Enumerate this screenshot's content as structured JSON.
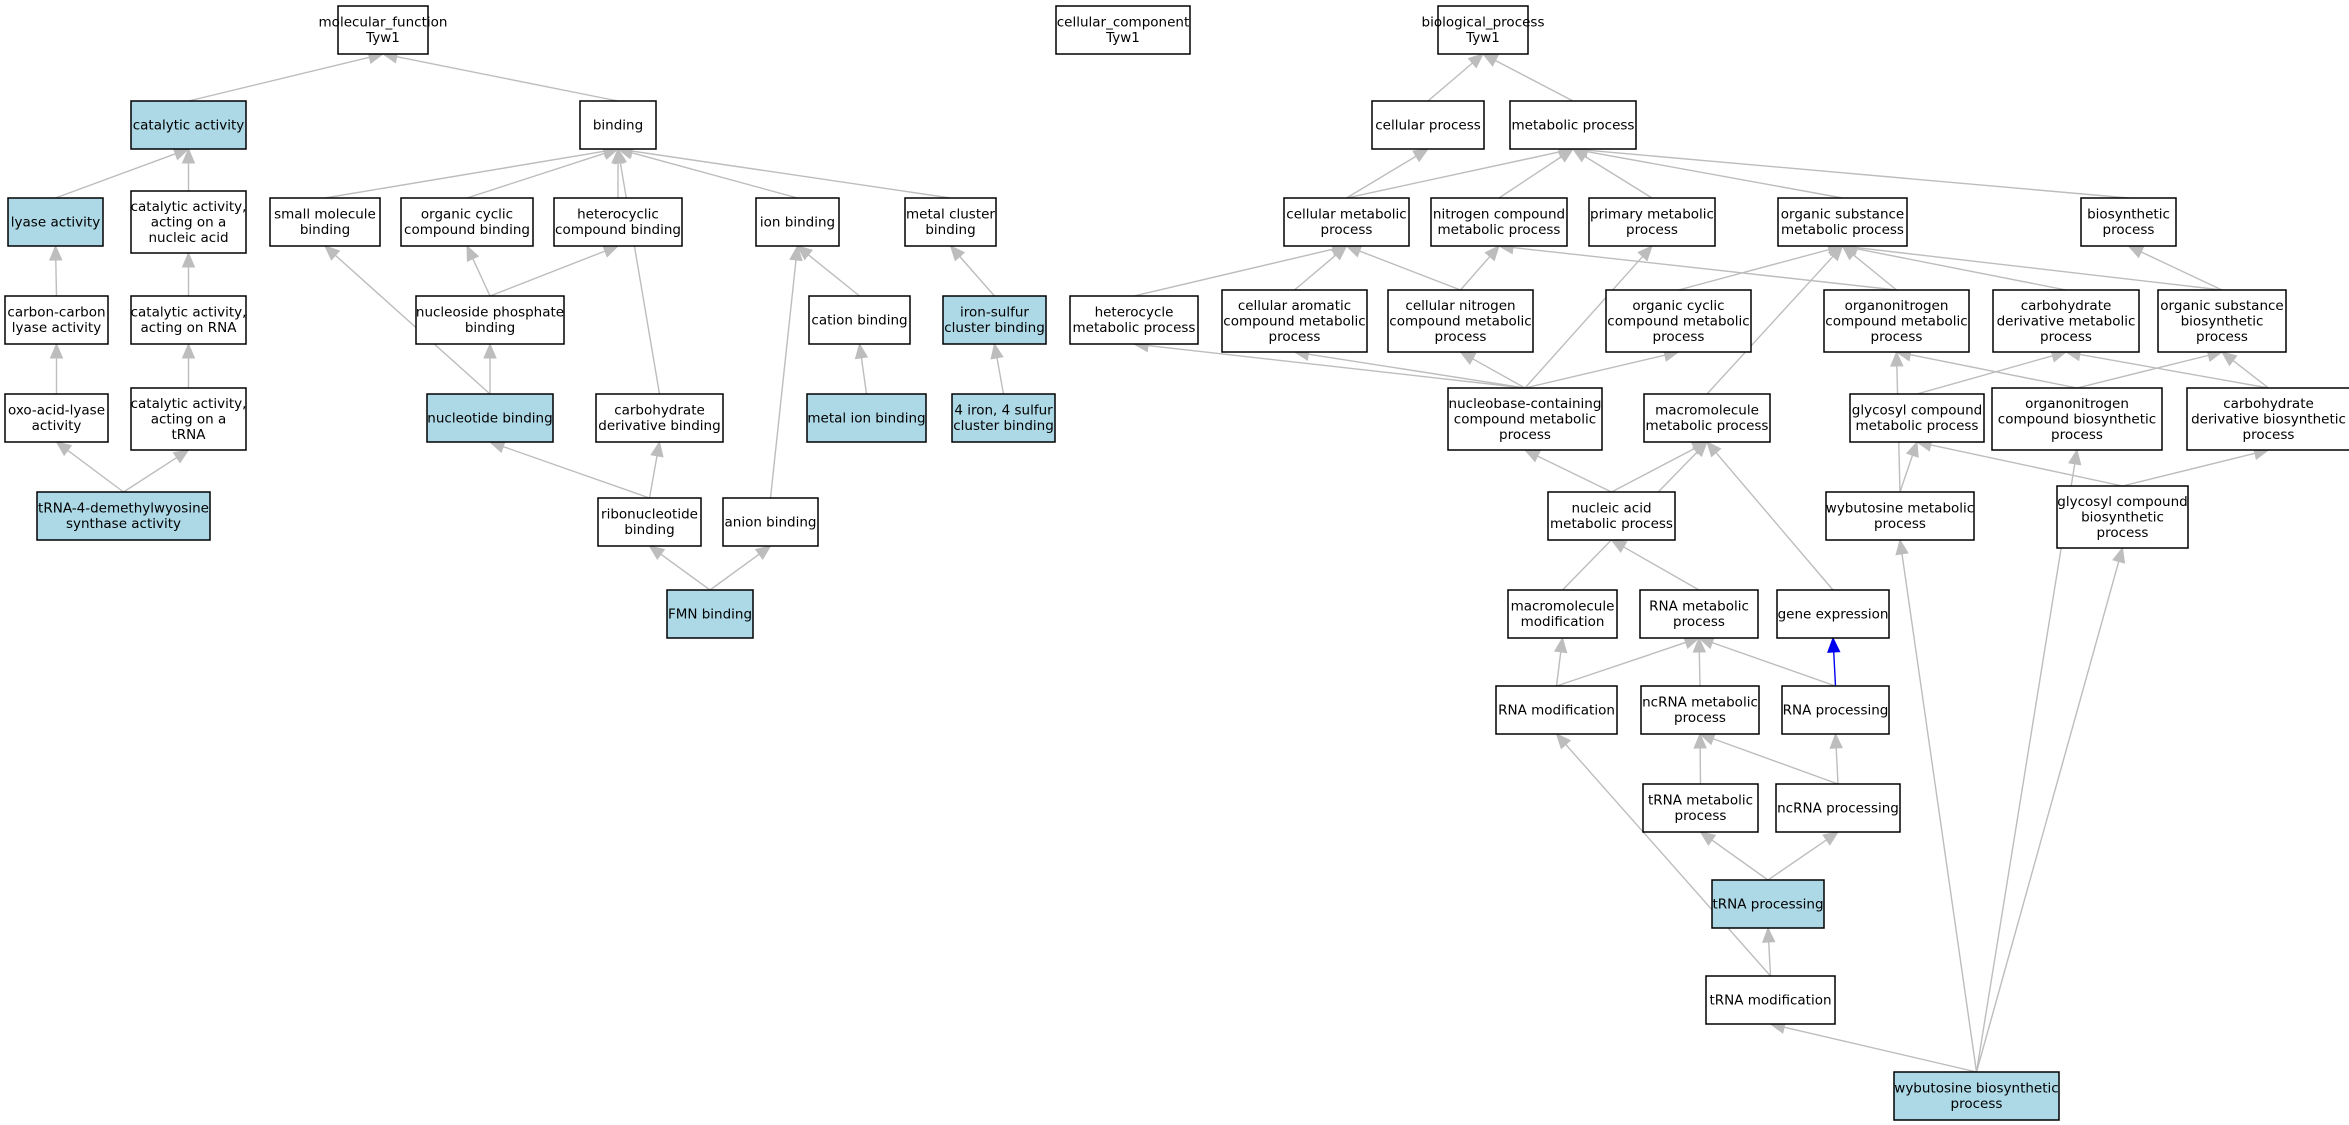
{
  "colors": {
    "node_fill": "#ffffff",
    "highlight_fill": "#add8e6",
    "edge": "#bdbdbd",
    "regulates_edge": "#0000ee"
  },
  "nodes": [
    {
      "id": "mf",
      "lines": [
        "molecular_function",
        "Tyw1"
      ],
      "highlight": false
    },
    {
      "id": "cc",
      "lines": [
        "cellular_component",
        "Tyw1"
      ],
      "highlight": false
    },
    {
      "id": "bp",
      "lines": [
        "biological_process",
        "Tyw1"
      ],
      "highlight": false
    },
    {
      "id": "catalytic",
      "lines": [
        "catalytic activity"
      ],
      "highlight": true
    },
    {
      "id": "binding",
      "lines": [
        "binding"
      ],
      "highlight": false
    },
    {
      "id": "lyase",
      "lines": [
        "lyase activity"
      ],
      "highlight": true
    },
    {
      "id": "cat_nucleic",
      "lines": [
        "catalytic activity,",
        "acting on a",
        "nucleic acid"
      ],
      "highlight": false
    },
    {
      "id": "cc_lyase",
      "lines": [
        "carbon-carbon",
        "lyase activity"
      ],
      "highlight": false
    },
    {
      "id": "cat_rna",
      "lines": [
        "catalytic activity,",
        "acting on RNA"
      ],
      "highlight": false
    },
    {
      "id": "oxo",
      "lines": [
        "oxo-acid-lyase",
        "activity"
      ],
      "highlight": false
    },
    {
      "id": "cat_trna",
      "lines": [
        "catalytic activity,",
        "acting on a",
        "tRNA"
      ],
      "highlight": false
    },
    {
      "id": "trna4",
      "lines": [
        "tRNA-4-demethylwyosine",
        "synthase activity"
      ],
      "highlight": true
    },
    {
      "id": "small_mol",
      "lines": [
        "small molecule",
        "binding"
      ],
      "highlight": false
    },
    {
      "id": "org_cyc_bind",
      "lines": [
        "organic cyclic",
        "compound binding"
      ],
      "highlight": false
    },
    {
      "id": "het_bind",
      "lines": [
        "heterocyclic",
        "compound binding"
      ],
      "highlight": false
    },
    {
      "id": "ion_bind",
      "lines": [
        "ion binding"
      ],
      "highlight": false
    },
    {
      "id": "metal_cluster",
      "lines": [
        "metal cluster",
        "binding"
      ],
      "highlight": false
    },
    {
      "id": "nsp_bind",
      "lines": [
        "nucleoside phosphate",
        "binding"
      ],
      "highlight": false
    },
    {
      "id": "cation",
      "lines": [
        "cation binding"
      ],
      "highlight": false
    },
    {
      "id": "fes_cluster",
      "lines": [
        "iron-sulfur",
        "cluster binding"
      ],
      "highlight": true
    },
    {
      "id": "nucleotide",
      "lines": [
        "nucleotide binding"
      ],
      "highlight": true
    },
    {
      "id": "carb_bind",
      "lines": [
        "carbohydrate",
        "derivative binding"
      ],
      "highlight": false
    },
    {
      "id": "metal_ion",
      "lines": [
        "metal ion binding"
      ],
      "highlight": true
    },
    {
      "id": "fe4s4",
      "lines": [
        "4 iron, 4 sulfur",
        "cluster binding"
      ],
      "highlight": true
    },
    {
      "id": "ribonuc",
      "lines": [
        "ribonucleotide",
        "binding"
      ],
      "highlight": false
    },
    {
      "id": "anion",
      "lines": [
        "anion binding"
      ],
      "highlight": false
    },
    {
      "id": "fmn",
      "lines": [
        "FMN binding"
      ],
      "highlight": true
    },
    {
      "id": "cell_proc",
      "lines": [
        "cellular process"
      ],
      "highlight": false
    },
    {
      "id": "met_proc",
      "lines": [
        "metabolic process"
      ],
      "highlight": false
    },
    {
      "id": "cell_met",
      "lines": [
        "cellular metabolic",
        "process"
      ],
      "highlight": false
    },
    {
      "id": "nitro_met",
      "lines": [
        "nitrogen compound",
        "metabolic process"
      ],
      "highlight": false
    },
    {
      "id": "prim_met",
      "lines": [
        "primary metabolic",
        "process"
      ],
      "highlight": false
    },
    {
      "id": "org_sub_met",
      "lines": [
        "organic substance",
        "metabolic process"
      ],
      "highlight": false
    },
    {
      "id": "biosyn",
      "lines": [
        "biosynthetic",
        "process"
      ],
      "highlight": false
    },
    {
      "id": "het_met",
      "lines": [
        "heterocycle",
        "metabolic process"
      ],
      "highlight": false
    },
    {
      "id": "cell_arom",
      "lines": [
        "cellular aromatic",
        "compound metabolic",
        "process"
      ],
      "highlight": false
    },
    {
      "id": "cell_nitro",
      "lines": [
        "cellular nitrogen",
        "compound metabolic",
        "process"
      ],
      "highlight": false
    },
    {
      "id": "org_cyc_met",
      "lines": [
        "organic cyclic",
        "compound metabolic",
        "process"
      ],
      "highlight": false
    },
    {
      "id": "organonit_met",
      "lines": [
        "organonitrogen",
        "compound metabolic",
        "process"
      ],
      "highlight": false
    },
    {
      "id": "carb_met",
      "lines": [
        "carbohydrate",
        "derivative metabolic",
        "process"
      ],
      "highlight": false
    },
    {
      "id": "org_sub_bio",
      "lines": [
        "organic substance",
        "biosynthetic",
        "process"
      ],
      "highlight": false
    },
    {
      "id": "nucleobase",
      "lines": [
        "nucleobase-containing",
        "compound metabolic",
        "process"
      ],
      "highlight": false
    },
    {
      "id": "macromol_met",
      "lines": [
        "macromolecule",
        "metabolic process"
      ],
      "highlight": false
    },
    {
      "id": "glycosyl_met",
      "lines": [
        "glycosyl compound",
        "metabolic process"
      ],
      "highlight": false
    },
    {
      "id": "organonit_bio",
      "lines": [
        "organonitrogen",
        "compound biosynthetic",
        "process"
      ],
      "highlight": false
    },
    {
      "id": "carb_bio",
      "lines": [
        "carbohydrate",
        "derivative biosynthetic",
        "process"
      ],
      "highlight": false
    },
    {
      "id": "nucacid_met",
      "lines": [
        "nucleic acid",
        "metabolic process"
      ],
      "highlight": false
    },
    {
      "id": "wybut_met",
      "lines": [
        "wybutosine metabolic",
        "process"
      ],
      "highlight": false
    },
    {
      "id": "glycosyl_bio",
      "lines": [
        "glycosyl compound",
        "biosynthetic",
        "process"
      ],
      "highlight": false
    },
    {
      "id": "macromol_mod",
      "lines": [
        "macromolecule",
        "modification"
      ],
      "highlight": false
    },
    {
      "id": "rna_met",
      "lines": [
        "RNA metabolic",
        "process"
      ],
      "highlight": false
    },
    {
      "id": "gene_expr",
      "lines": [
        "gene expression"
      ],
      "highlight": false
    },
    {
      "id": "rna_mod",
      "lines": [
        "RNA modification"
      ],
      "highlight": false
    },
    {
      "id": "ncrna_met",
      "lines": [
        "ncRNA metabolic",
        "process"
      ],
      "highlight": false
    },
    {
      "id": "rna_proc",
      "lines": [
        "RNA processing"
      ],
      "highlight": false
    },
    {
      "id": "trna_met",
      "lines": [
        "tRNA metabolic",
        "process"
      ],
      "highlight": false
    },
    {
      "id": "ncrna_proc",
      "lines": [
        "ncRNA processing"
      ],
      "highlight": false
    },
    {
      "id": "trna_proc",
      "lines": [
        "tRNA processing"
      ],
      "highlight": true
    },
    {
      "id": "trna_mod",
      "lines": [
        "tRNA modification"
      ],
      "highlight": false
    },
    {
      "id": "wybut_bio",
      "lines": [
        "wybutosine biosynthetic",
        "process"
      ],
      "highlight": true
    }
  ],
  "edges": [
    {
      "from": "catalytic",
      "to": "mf"
    },
    {
      "from": "binding",
      "to": "mf"
    },
    {
      "from": "lyase",
      "to": "catalytic"
    },
    {
      "from": "cat_nucleic",
      "to": "catalytic"
    },
    {
      "from": "cc_lyase",
      "to": "lyase"
    },
    {
      "from": "cat_rna",
      "to": "cat_nucleic"
    },
    {
      "from": "oxo",
      "to": "cc_lyase"
    },
    {
      "from": "cat_trna",
      "to": "cat_rna"
    },
    {
      "from": "trna4",
      "to": "oxo"
    },
    {
      "from": "trna4",
      "to": "cat_trna"
    },
    {
      "from": "small_mol",
      "to": "binding"
    },
    {
      "from": "org_cyc_bind",
      "to": "binding"
    },
    {
      "from": "het_bind",
      "to": "binding"
    },
    {
      "from": "ion_bind",
      "to": "binding"
    },
    {
      "from": "metal_cluster",
      "to": "binding"
    },
    {
      "from": "carb_bind",
      "to": "binding"
    },
    {
      "from": "nsp_bind",
      "to": "org_cyc_bind"
    },
    {
      "from": "nsp_bind",
      "to": "het_bind"
    },
    {
      "from": "cation",
      "to": "ion_bind"
    },
    {
      "from": "fes_cluster",
      "to": "metal_cluster"
    },
    {
      "from": "nucleotide",
      "to": "small_mol"
    },
    {
      "from": "nucleotide",
      "to": "nsp_bind"
    },
    {
      "from": "metal_ion",
      "to": "cation"
    },
    {
      "from": "fe4s4",
      "to": "fes_cluster"
    },
    {
      "from": "ribonuc",
      "to": "nucleotide"
    },
    {
      "from": "ribonuc",
      "to": "carb_bind"
    },
    {
      "from": "anion",
      "to": "ion_bind"
    },
    {
      "from": "fmn",
      "to": "ribonuc"
    },
    {
      "from": "fmn",
      "to": "anion"
    },
    {
      "from": "cell_proc",
      "to": "bp"
    },
    {
      "from": "met_proc",
      "to": "bp"
    },
    {
      "from": "cell_met",
      "to": "cell_proc"
    },
    {
      "from": "cell_met",
      "to": "met_proc"
    },
    {
      "from": "nitro_met",
      "to": "met_proc"
    },
    {
      "from": "prim_met",
      "to": "met_proc"
    },
    {
      "from": "org_sub_met",
      "to": "met_proc"
    },
    {
      "from": "biosyn",
      "to": "met_proc"
    },
    {
      "from": "het_met",
      "to": "cell_met"
    },
    {
      "from": "cell_arom",
      "to": "cell_met"
    },
    {
      "from": "cell_nitro",
      "to": "cell_met"
    },
    {
      "from": "cell_nitro",
      "to": "nitro_met"
    },
    {
      "from": "org_cyc_met",
      "to": "org_sub_met"
    },
    {
      "from": "organonit_met",
      "to": "nitro_met"
    },
    {
      "from": "organonit_met",
      "to": "org_sub_met"
    },
    {
      "from": "carb_met",
      "to": "org_sub_met"
    },
    {
      "from": "org_sub_bio",
      "to": "org_sub_met"
    },
    {
      "from": "org_sub_bio",
      "to": "biosyn"
    },
    {
      "from": "nucleobase",
      "to": "het_met"
    },
    {
      "from": "nucleobase",
      "to": "cell_arom"
    },
    {
      "from": "nucleobase",
      "to": "cell_nitro"
    },
    {
      "from": "nucleobase",
      "to": "org_cyc_met"
    },
    {
      "from": "nucleobase",
      "to": "prim_met"
    },
    {
      "from": "macromol_met",
      "to": "org_sub_met"
    },
    {
      "from": "glycosyl_met",
      "to": "carb_met"
    },
    {
      "from": "organonit_bio",
      "to": "organonit_met"
    },
    {
      "from": "organonit_bio",
      "to": "org_sub_bio"
    },
    {
      "from": "carb_bio",
      "to": "carb_met"
    },
    {
      "from": "carb_bio",
      "to": "org_sub_bio"
    },
    {
      "from": "nucacid_met",
      "to": "nucleobase"
    },
    {
      "from": "nucacid_met",
      "to": "macromol_met"
    },
    {
      "from": "wybut_met",
      "to": "glycosyl_met"
    },
    {
      "from": "wybut_met",
      "to": "organonit_met"
    },
    {
      "from": "glycosyl_bio",
      "to": "glycosyl_met"
    },
    {
      "from": "glycosyl_bio",
      "to": "carb_bio"
    },
    {
      "from": "macromol_mod",
      "to": "macromol_met"
    },
    {
      "from": "rna_met",
      "to": "nucacid_met"
    },
    {
      "from": "gene_expr",
      "to": "macromol_met"
    },
    {
      "from": "rna_mod",
      "to": "macromol_mod"
    },
    {
      "from": "rna_mod",
      "to": "rna_met"
    },
    {
      "from": "ncrna_met",
      "to": "rna_met"
    },
    {
      "from": "rna_proc",
      "to": "rna_met"
    },
    {
      "from": "rna_proc",
      "to": "gene_expr",
      "type": "regulates"
    },
    {
      "from": "trna_met",
      "to": "ncrna_met"
    },
    {
      "from": "ncrna_proc",
      "to": "ncrna_met"
    },
    {
      "from": "ncrna_proc",
      "to": "rna_proc"
    },
    {
      "from": "trna_proc",
      "to": "trna_met"
    },
    {
      "from": "trna_proc",
      "to": "ncrna_proc"
    },
    {
      "from": "trna_mod",
      "to": "trna_proc"
    },
    {
      "from": "trna_mod",
      "to": "rna_mod"
    },
    {
      "from": "wybut_bio",
      "to": "trna_mod"
    },
    {
      "from": "wybut_bio",
      "to": "wybut_met"
    },
    {
      "from": "wybut_bio",
      "to": "glycosyl_bio"
    },
    {
      "from": "wybut_bio",
      "to": "organonit_bio"
    }
  ]
}
